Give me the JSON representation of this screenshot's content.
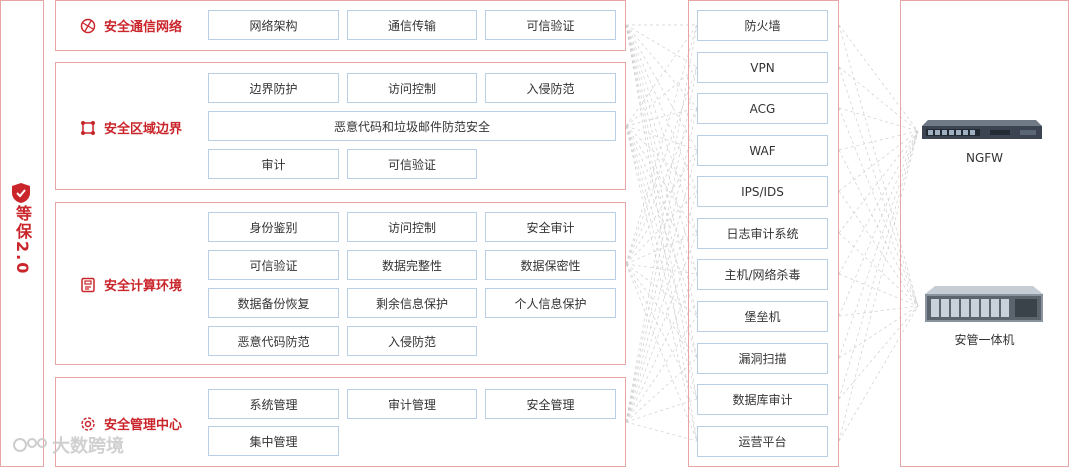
{
  "left_label": "等保2.0",
  "sections": [
    {
      "id": "comm",
      "title": "安全通信网络",
      "icon": "network-icon",
      "items": [
        "网络架构",
        "通信传输",
        "可信验证"
      ]
    },
    {
      "id": "boundary",
      "title": "安全区域边界",
      "icon": "boundary-icon",
      "items": [
        "边界防护",
        "访问控制",
        "入侵防范",
        "恶意代码和垃圾邮件防范安全",
        "审计",
        "可信验证"
      ]
    },
    {
      "id": "compute",
      "title": "安全计算环境",
      "icon": "compute-icon",
      "items": [
        "身份鉴别",
        "访问控制",
        "安全审计",
        "可信验证",
        "数据完整性",
        "数据保密性",
        "数据备份恢复",
        "剩余信息保护",
        "个人信息保护",
        "恶意代码防范",
        "入侵防范"
      ]
    },
    {
      "id": "mgmt",
      "title": "安全管理中心",
      "icon": "gear-icon",
      "items": [
        "系统管理",
        "审计管理",
        "安全管理",
        "集中管理"
      ]
    }
  ],
  "products": [
    "防火墙",
    "VPN",
    "ACG",
    "WAF",
    "IPS/IDS",
    "日志审计系统",
    "主机/网络杀毒",
    "堡垒机",
    "漏洞扫描",
    "数据库审计",
    "运营平台"
  ],
  "devices": [
    {
      "name": "NGFW",
      "icon": "ngfw-device-icon"
    },
    {
      "name": "安管一体机",
      "icon": "server-device-icon"
    }
  ],
  "watermark": "大数跨境",
  "colors": {
    "accent": "#c9252b",
    "cell_border": "#b9cfe6",
    "panel_border": "#e6a6a6"
  }
}
